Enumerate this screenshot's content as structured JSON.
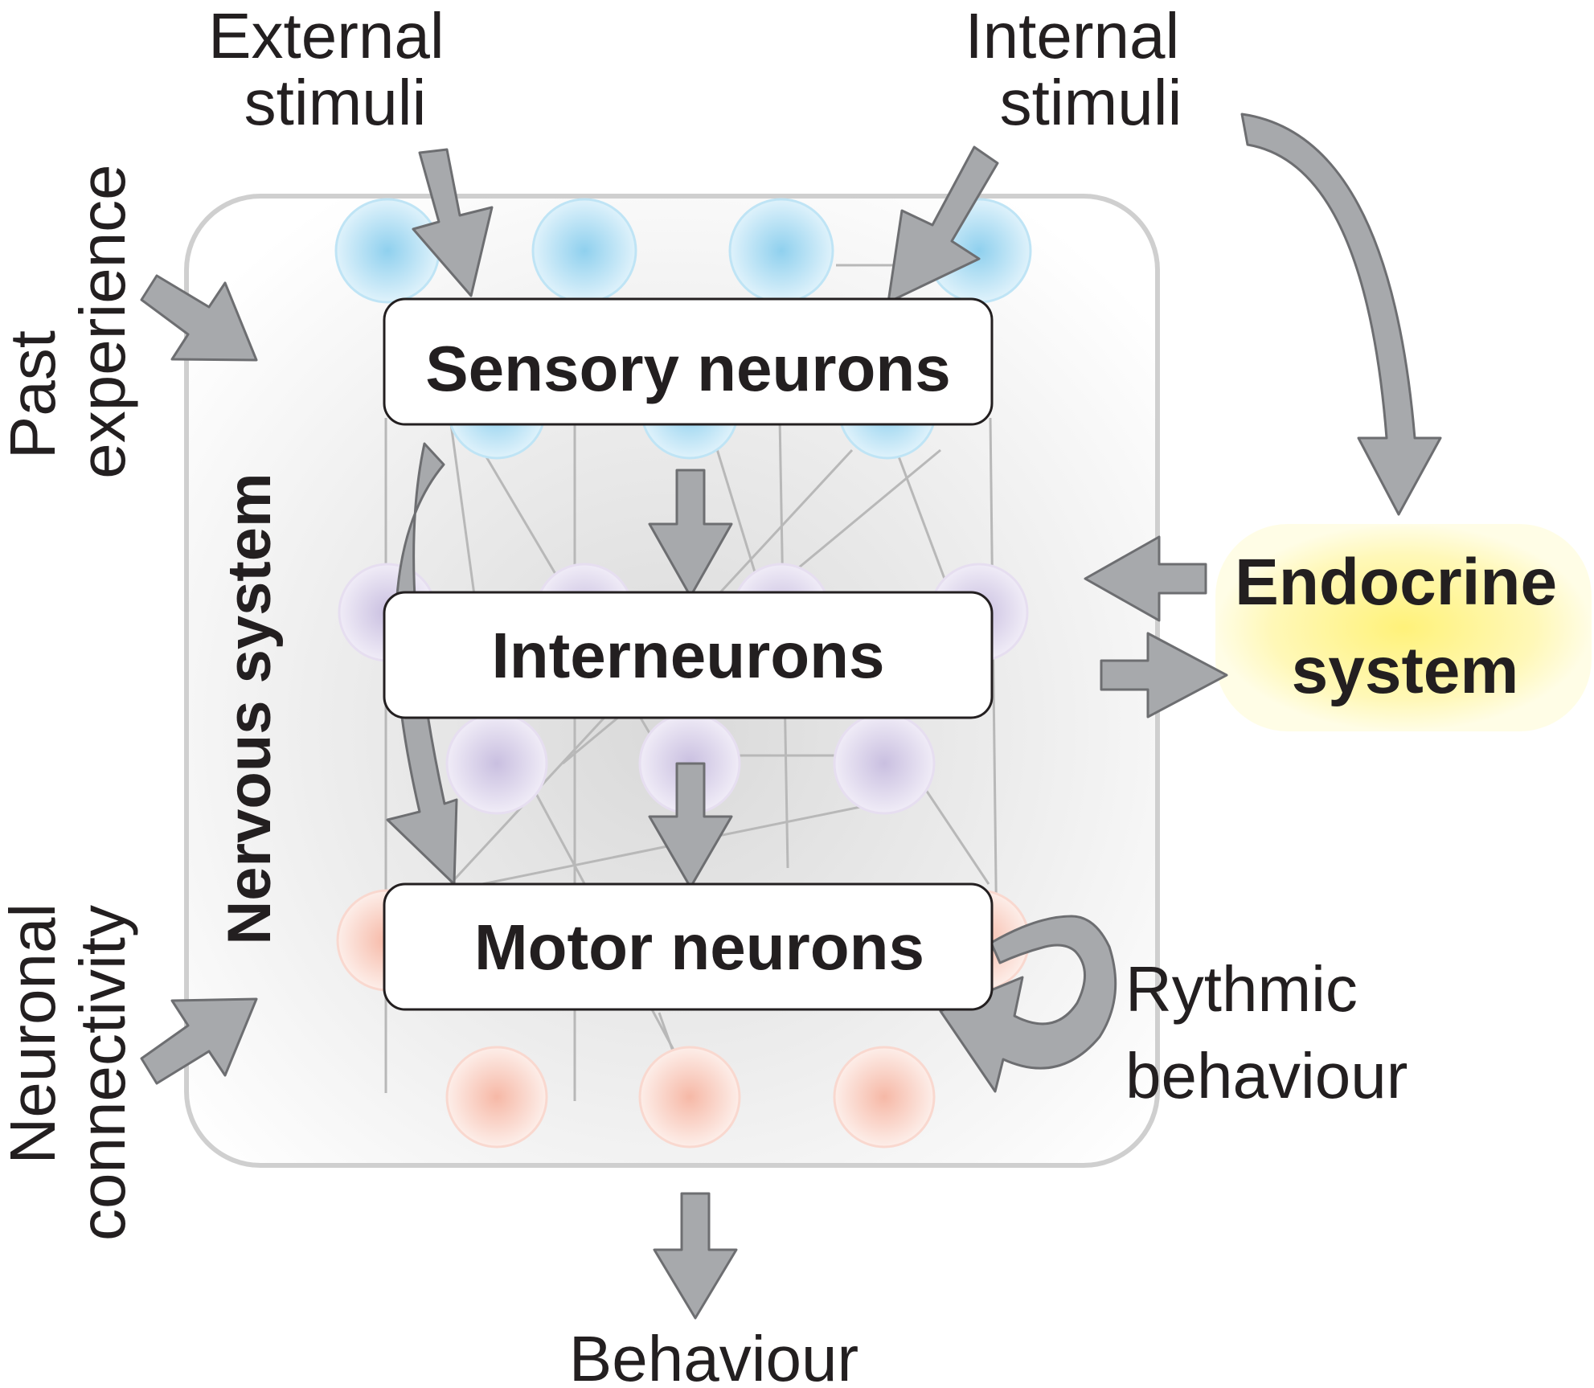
{
  "labels": {
    "external_stimuli": [
      "External",
      "stimuli"
    ],
    "internal_stimuli": [
      "Internal",
      "stimuli"
    ],
    "past_experience": [
      "Past",
      "experience"
    ],
    "neuronal_connectivity": [
      "Neuronal",
      "connectivity"
    ],
    "nervous_system": "Nervous system",
    "sensory_neurons": "Sensory neurons",
    "interneurons": "Interneurons",
    "motor_neurons": "Motor neurons",
    "endocrine_system": [
      "Endocrine",
      "system"
    ],
    "rythmic_behaviour": [
      "Rythmic",
      "behaviour"
    ],
    "behaviour": "Behaviour"
  },
  "colors": {
    "arrow_fill": "#a7a9ac",
    "arrow_stroke": "#6d6e71",
    "sensory_neuron": "#9fd6ef",
    "interneuron": "#cfc3e2",
    "motor_neuron": "#f7c3b4",
    "endocrine_glow": "#fff27a",
    "frame": "#cfcfcf"
  }
}
